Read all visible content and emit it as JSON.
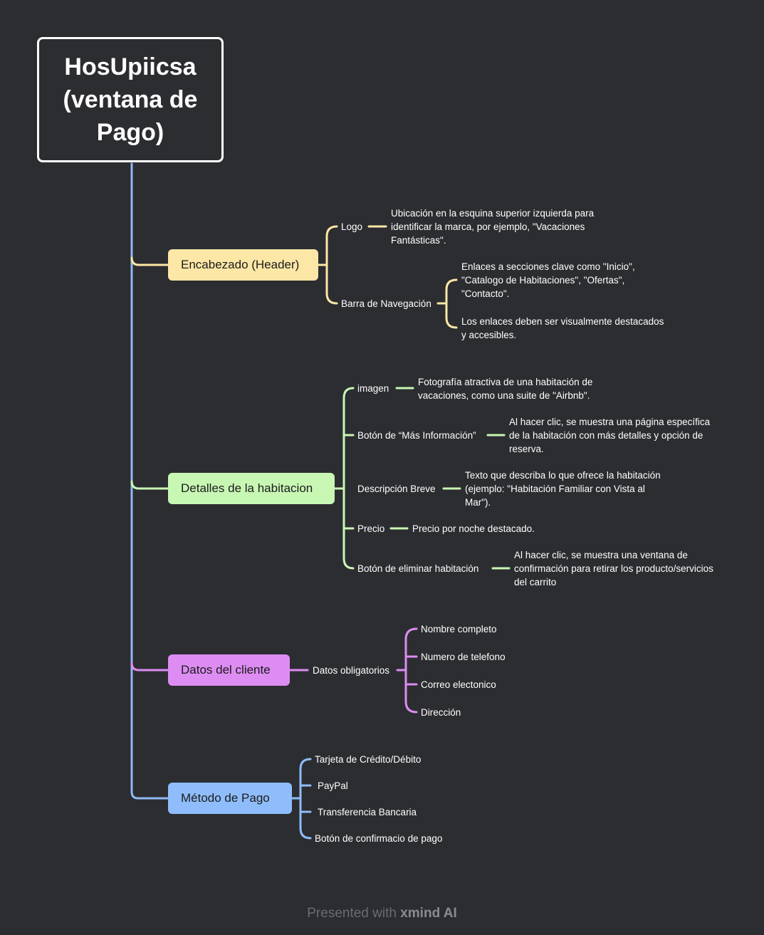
{
  "root": {
    "title": "HosUpiicsa\n(ventana de\nPago)"
  },
  "colors": {
    "background": "#2c2d31",
    "spine": "#8fb8f5",
    "header": "#fde7a6",
    "habitacion": "#c8f7b4",
    "cliente": "#dd8cf2",
    "pago": "#8fbdfb"
  },
  "branches": {
    "header": {
      "label": "Encabezado (Header)",
      "logo": {
        "label": "Logo",
        "detail": "Ubicación en la esquina superior izquierda para\nidentificar la marca, por ejemplo, \"Vacaciones\nFantásticas\"."
      },
      "nav": {
        "label": "Barra de Navegación",
        "detail1": "Enlaces a secciones clave como \"Inicio\",\n\"Catalogo de Habitaciones\", \"Ofertas\",\n\"Contacto\".",
        "detail2": "Los enlaces deben ser visualmente destacados\ny accesibles."
      }
    },
    "habitacion": {
      "label": "Detalles de la habitacion",
      "imagen": {
        "label": "imagen",
        "detail": "Fotografía atractiva de una habitación de\nvacaciones, como una suite de \"Airbnb\"."
      },
      "mas_info": {
        "label": "Botón de “Más Información”",
        "detail": "Al hacer clic, se muestra una página específica\nde la habitación con más detalles y opción de\nreserva."
      },
      "descripcion": {
        "label": "Descripción Breve",
        "detail": "Texto que describa lo que ofrece la habitación\n(ejemplo: \"Habitación Familiar con Vista al\nMar\")."
      },
      "precio": {
        "label": "Precio",
        "detail": "Precio por noche destacado."
      },
      "eliminar": {
        "label": "Botón de eliminar habitación",
        "detail": "Al hacer clic, se muestra una ventana de\nconfirmación para retirar los producto/servicios\ndel carrito"
      }
    },
    "cliente": {
      "label": "Datos del cliente",
      "obligatorios": {
        "label": "Datos obligatorios",
        "items": [
          "Nombre completo",
          "Numero de telefono",
          "Correo electonico",
          "Dirección"
        ]
      }
    },
    "pago": {
      "label": "Método de Pago",
      "items": [
        "Tarjeta de Crédito/Débito",
        "PayPal",
        "Transferencia Bancaria",
        "Botón de confirmacio de pago"
      ]
    }
  },
  "footer": {
    "prefix": "Presented with",
    "brand": "xmind AI"
  }
}
